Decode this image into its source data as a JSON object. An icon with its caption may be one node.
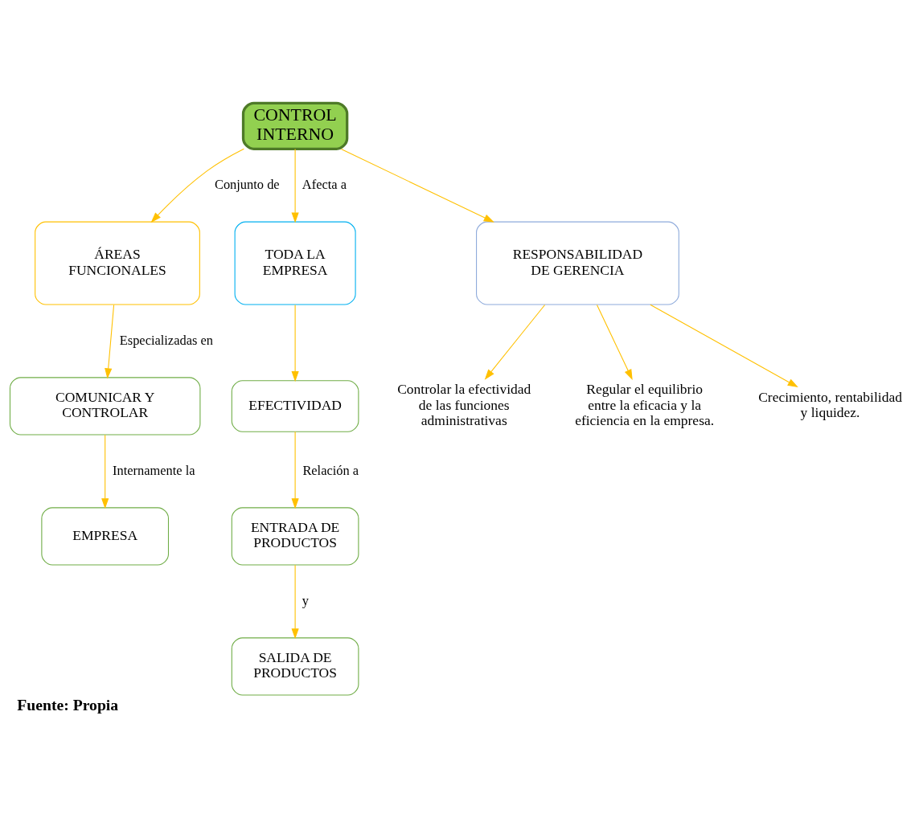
{
  "diagram": {
    "caption": "Fuente: Propia",
    "nodes": [
      {
        "text": [
          "CONTROL INTERNO"
        ]
      },
      {
        "text": [
          "ÁREAS FUNCIONALES"
        ]
      },
      {
        "text": [
          "TODA LA EMPRESA"
        ]
      },
      {
        "text": [
          "RESPONSABILIDAD DE GERENCIA"
        ]
      },
      {
        "text": [
          "COMUNICAR Y CONTROLAR"
        ]
      },
      {
        "text": [
          "EFECTIVIDAD"
        ]
      },
      {
        "text": [
          "EMPRESA"
        ]
      },
      {
        "text": [
          "ENTRADA DE PRODUCTOS"
        ]
      },
      {
        "text": [
          "SALIDA DE PRODUCTOS"
        ]
      },
      {
        "text": [
          "Controlar la efectividad de las funciones administrativas"
        ]
      },
      {
        "text": [
          "Regular el equilibrio entre la eficacia y la eficiencia en la empresa."
        ]
      },
      {
        "text": [
          "Crecimiento, rentabilidad y liquidez."
        ]
      }
    ],
    "edges": [
      {
        "from": 0,
        "to": 1,
        "arrow": "to",
        "label": "Conjunto de"
      },
      {
        "from": 0,
        "to": 2,
        "arrow": "to",
        "label": "Afecta a"
      },
      {
        "from": 0,
        "to": 3,
        "arrow": "to"
      },
      {
        "from": 1,
        "to": 4,
        "arrow": "to",
        "label": "Especializadas en"
      },
      {
        "from": 2,
        "to": 5,
        "arrow": "to"
      },
      {
        "from": 4,
        "to": 6,
        "arrow": "to",
        "label": "Internamente la"
      },
      {
        "from": 5,
        "to": 7,
        "arrow": "to",
        "label": "Relación a"
      },
      {
        "from": 7,
        "to": 8,
        "arrow": "to",
        "label": "y"
      },
      {
        "from": 3,
        "to": 9,
        "arrow": "to"
      },
      {
        "from": 3,
        "to": 10,
        "arrow": "to"
      },
      {
        "from": 3,
        "to": 11,
        "arrow": "to"
      }
    ]
  }
}
